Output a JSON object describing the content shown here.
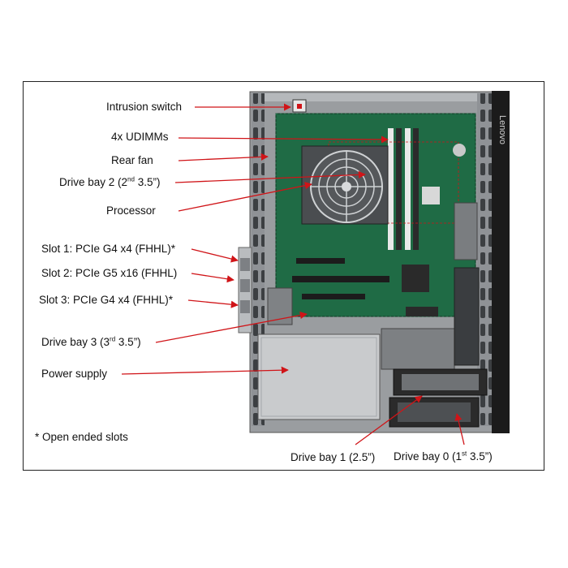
{
  "diagram": {
    "brand": "Lenovo",
    "footnote": "* Open ended slots",
    "colors": {
      "arrow": "#d01418",
      "pcb": "#1f6b45",
      "chassis": "#8a8d90",
      "bezel": "#1b1b1b"
    },
    "callouts": {
      "intrusion_switch": "Intrusion switch",
      "udimms": "4x UDIMMs",
      "rear_fan": "Rear fan",
      "drive_bay_2": {
        "pre": "Drive bay 2 (2",
        "sup": "nd",
        "post": " 3.5”)"
      },
      "processor": "Processor",
      "slot1": "Slot 1: PCIe G4 x4 (FHHL)*",
      "slot2": "Slot 2: PCIe G5 x16 (FHHL)",
      "slot3": "Slot 3: PCIe G4 x4 (FHHL)*",
      "drive_bay_3": {
        "pre": "Drive bay 3 (3",
        "sup": "rd",
        "post": " 3.5”)"
      },
      "power_supply": "Power supply",
      "drive_bay_1": "Drive bay 1 (2.5”)",
      "drive_bay_0": {
        "pre": "Drive bay 0 (1",
        "sup": "st",
        "post": " 3.5”)"
      }
    }
  }
}
